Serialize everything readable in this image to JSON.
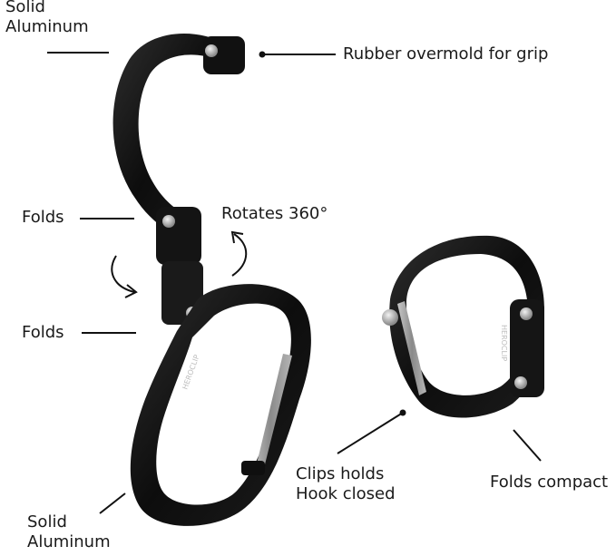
{
  "labels": {
    "solid_aluminum_top": [
      "Solid",
      "Aluminum"
    ],
    "rubber_overmold": "Rubber overmold for grip",
    "folds_upper": "Folds",
    "rotates": "Rotates 360°",
    "folds_lower": "Folds",
    "solid_aluminum_bottom": [
      "Solid",
      "Aluminum"
    ],
    "clips_holds": [
      "Clips holds",
      "Hook closed"
    ],
    "folds_compact": "Folds compact"
  },
  "engravings": {
    "brand": "HEROCLIP"
  },
  "colors": {
    "body": "#0d0d0d",
    "body_highlight": "#2e2e2e",
    "gate": "#9a9a9a",
    "text": "#1a1a1a",
    "background": "#ffffff"
  }
}
